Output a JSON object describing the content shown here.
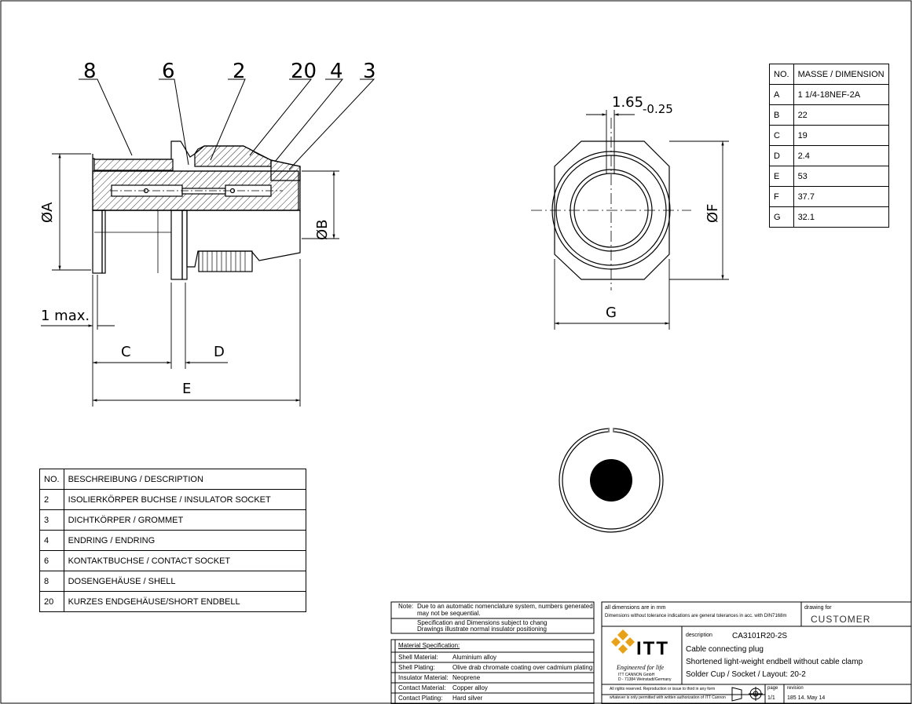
{
  "title_block": {
    "label_description": "description",
    "part_number": "CA3101R20-2S",
    "description_lines": [
      "Cable connecting plug",
      "Shortened light-weight endbell without cable clamp",
      "Solder Cup / Socket / Layout: 20-2"
    ],
    "dimensions_units_note": "all dimensions are in mm",
    "tolerance_note": "Dimensions without tolerance indications are general tolerances in acc. with DIN7168m",
    "label_drawing_for": "drawing for",
    "drawing_for": "CUSTOMER",
    "brand": "ITT",
    "tagline": "Engineered for life",
    "company_line1": "ITT CANNON GmbH",
    "company_line2": "D - 71384 Weinstadt/Germany",
    "rights_line1": "All rights reserved. Reproduction or issue to third in any form",
    "rights_line2": "whatever is only permitted with written authorization of ITT Cannon",
    "label_page": "page",
    "page": "1/1",
    "label_revision": "revision",
    "revision": "185 14. May 14"
  },
  "notes": {
    "label": "Note:",
    "line1": "Due to an automatic nomenclature system, numbers generated",
    "line2": "may not be sequential.",
    "line3": "Specification and Dimensions subject to chang",
    "line4": "Drawings illustrate normal insulator positioning"
  },
  "material_spec": {
    "heading": "Material Specification:",
    "rows": [
      {
        "label": "Shell Material:",
        "value": "Aluminium alloy"
      },
      {
        "label": "Shell Plating:",
        "value": "Olive drab chromate coating over cadmium plating"
      },
      {
        "label": "Insulator Material:",
        "value": "Neoprene"
      },
      {
        "label": "Contact Material:",
        "value": "Copper alloy"
      },
      {
        "label": "Contact Plating:",
        "value": "Hard silver"
      }
    ]
  },
  "dimension_table": {
    "headers": [
      "NO.",
      "MASSE / DIMENSION"
    ],
    "rows": [
      [
        "A",
        "1 1/4-18NEF-2A"
      ],
      [
        "B",
        "22"
      ],
      [
        "C",
        "19"
      ],
      [
        "D",
        "2.4"
      ],
      [
        "E",
        "53"
      ],
      [
        "F",
        "37.7"
      ],
      [
        "G",
        "32.1"
      ]
    ]
  },
  "description_table": {
    "headers": [
      "NO.",
      "BESCHREIBUNG / DESCRIPTION"
    ],
    "rows": [
      [
        "2",
        "ISOLIERKÖRPER BUCHSE / INSULATOR SOCKET"
      ],
      [
        "3",
        "DICHTKÖRPER / GROMMET"
      ],
      [
        "4",
        "ENDRING / ENDRING"
      ],
      [
        "6",
        "KONTAKTBUCHSE / CONTACT SOCKET"
      ],
      [
        "8",
        "DOSENGEHÄUSE / SHELL"
      ],
      [
        "20",
        "KURZES ENDGEHÄUSE/SHORT ENDBELL"
      ]
    ]
  },
  "drawing_labels": {
    "balloons": [
      "8",
      "6",
      "2",
      "20",
      "4",
      "3"
    ],
    "dim_A": "ØA",
    "dim_B": "ØB",
    "dim_C": "C",
    "dim_D": "D",
    "dim_E": "E",
    "dim_F": "ØF",
    "dim_G": "G",
    "dim_1max": "1 max.",
    "keyway_value": "1.65",
    "keyway_tol": "-0.25"
  }
}
